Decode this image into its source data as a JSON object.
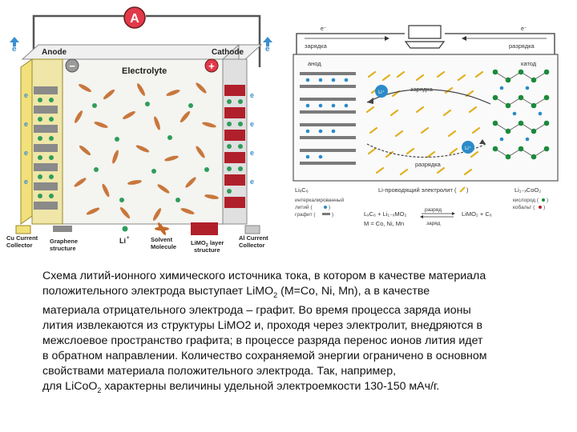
{
  "left_diagram": {
    "ammeter_symbol": "A",
    "electron_symbol": "e",
    "anode_label": "Anode",
    "cathode_label": "Cathode",
    "electrolyte_label": "Electrolyte",
    "minus_sign": "−",
    "plus_sign": "+",
    "legend": {
      "cu_collector": [
        "Cu Current",
        "Collector"
      ],
      "graphene": [
        "Graphene",
        "structure"
      ],
      "li_ion": "Li",
      "li_ion_sup": "+",
      "solvent": [
        "Solvent",
        "Molecule"
      ],
      "limo2": [
        "LiMO",
        "2",
        " layer",
        "structure"
      ],
      "al_collector": [
        "Al Current",
        "Collector"
      ]
    },
    "colors": {
      "electron_arrow": "#3a8fd0",
      "ammeter": "#e23a4a",
      "anode_collector": "#f2e07a",
      "cathode_collector": "#c9c9c9",
      "graphene": "#888888",
      "li_ion": "#2f9d5a",
      "solvent": "#c46a2a",
      "limo2": "#b0202a"
    }
  },
  "right_diagram": {
    "electron_label": "e⁻",
    "charge_word_top": "зарядка",
    "discharge_word_top": "разрядка",
    "anode_label": "анод",
    "cathode_label": "катод",
    "charge_arrow_label": "зарядка",
    "discharge_arrow_label": "разрядка",
    "li_ion": "Li⁺",
    "bottom_left_formula": "LiₓC₆",
    "electrolyte_text": "Li-проводящий электролит (",
    "electrolyte_text_end": ")",
    "bottom_right_formula": "Li₁₋ₓCoO₂",
    "left_legend": [
      "интеркалированный",
      "литий (",
      "графит ("
    ],
    "right_legend": [
      "кислород (",
      "кобальт ("
    ],
    "legend_close": ")",
    "reaction_left": "LₓC₆ + Li₁₋ₓMO₂",
    "reaction_right": "LiMO₂ + C₆",
    "reaction_top_label": "разряд",
    "reaction_bottom_label": "заряд",
    "reaction_note": "M = Co, Ni, Mn"
  },
  "caption": {
    "l1a": "Схема литий-ионного химического источника тока, в котором в качестве материала",
    "l2a": "положительного электрода выступает LiMO",
    "l2sub": "2",
    "l2b": " (M=Co, Ni, Mn), а в качестве",
    "l3": "материала отрицательного электрода – графит. Во время процесса заряда ионы",
    "l4": "лития извлекаются из структуры LiMO2 и, проходя через электролит, внедряются в",
    "l5": "межслоевое пространство графита; в процессе разряда перенос ионов лития идет",
    "l6": "в обратном направлении. Количество сохраняемой энергии ограничено в основном",
    "l7": "свойствами материала положительного электрода. Так, например,",
    "l8a": "для LiCoO",
    "l8sub": "2",
    "l8b": " характерны величины удельной электроемкости 130-150 мАч/г."
  }
}
